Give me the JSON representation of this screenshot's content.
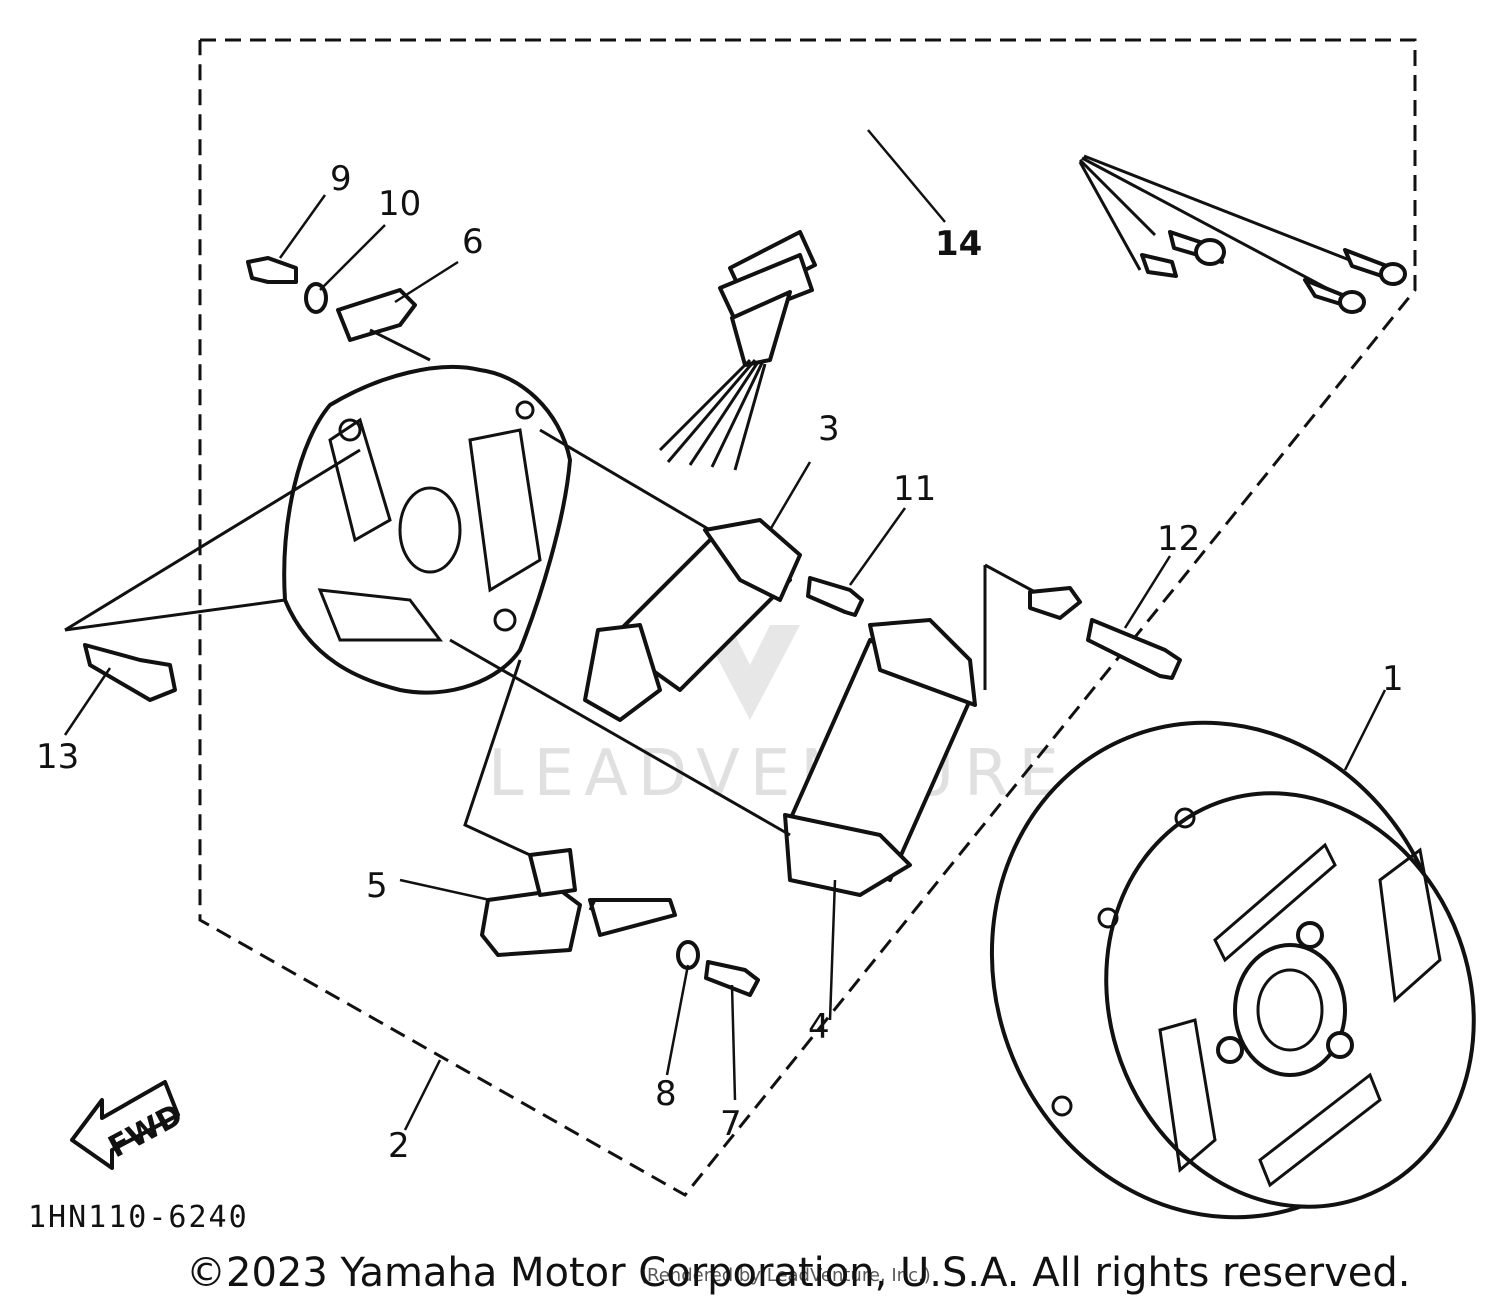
{
  "diagram": {
    "drawing_code": "1HN110-6240",
    "copyright": "©2023 Yamaha Motor Corporation, U.S.A. All rights reserved.",
    "rendered_by": "(Rendered by LeadVenture, Inc.)",
    "watermark": "LEADVENTURE",
    "fwd_label": "FWD",
    "callouts": [
      "1",
      "2",
      "3",
      "4",
      "5",
      "6",
      "7",
      "8",
      "9",
      "10",
      "11",
      "12",
      "13",
      "14"
    ]
  }
}
